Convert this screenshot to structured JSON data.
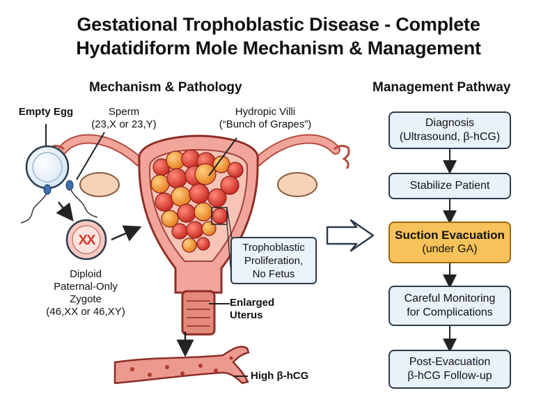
{
  "title": {
    "line1": "Gestational Trophoblastic Disease - Complete",
    "line2": "Hydatidiform Mole Mechanism & Management"
  },
  "mechanism": {
    "heading": "Mechanism & Pathology",
    "empty_egg": "Empty Egg",
    "sperm_title": "Sperm",
    "sperm_karyotype": "(23,X or 23,Y)",
    "zygote_line1": "Diploid",
    "zygote_line2": "Paternal-Only",
    "zygote_line3": "Zygote",
    "zygote_karyotype": "(46,XX or 46,XY)",
    "chromosome_label": "XX",
    "villi_title": "Hydropic Villi",
    "villi_desc": "(“Bunch of Grapes”)",
    "callout_line1": "Trophoblastic",
    "callout_line2": "Proliferation,",
    "callout_line3": "No Fetus",
    "uterus_line1": "Enlarged",
    "uterus_line2": "Uterus",
    "hcg": "High β-hCG"
  },
  "management": {
    "heading": "Management Pathway",
    "steps": [
      {
        "line1": "Diagnosis",
        "line2": "(Ultrasound, β-hCG)"
      },
      {
        "line1": "Stabilize Patient",
        "line2": ""
      },
      {
        "line1": "Suction Evacuation",
        "line2": "(under GA)"
      },
      {
        "line1": "Careful Monitoring",
        "line2": "for Complications"
      },
      {
        "line1": "Post-Evacuation",
        "line2": "β-hCG Follow-up"
      }
    ]
  },
  "colors": {
    "box_fill": "#e9f2fa",
    "highlight_fill": "#f7c25a",
    "uterus": "#f2a59a",
    "grape_red": "#e2453a",
    "grape_orange": "#f39a3a"
  }
}
